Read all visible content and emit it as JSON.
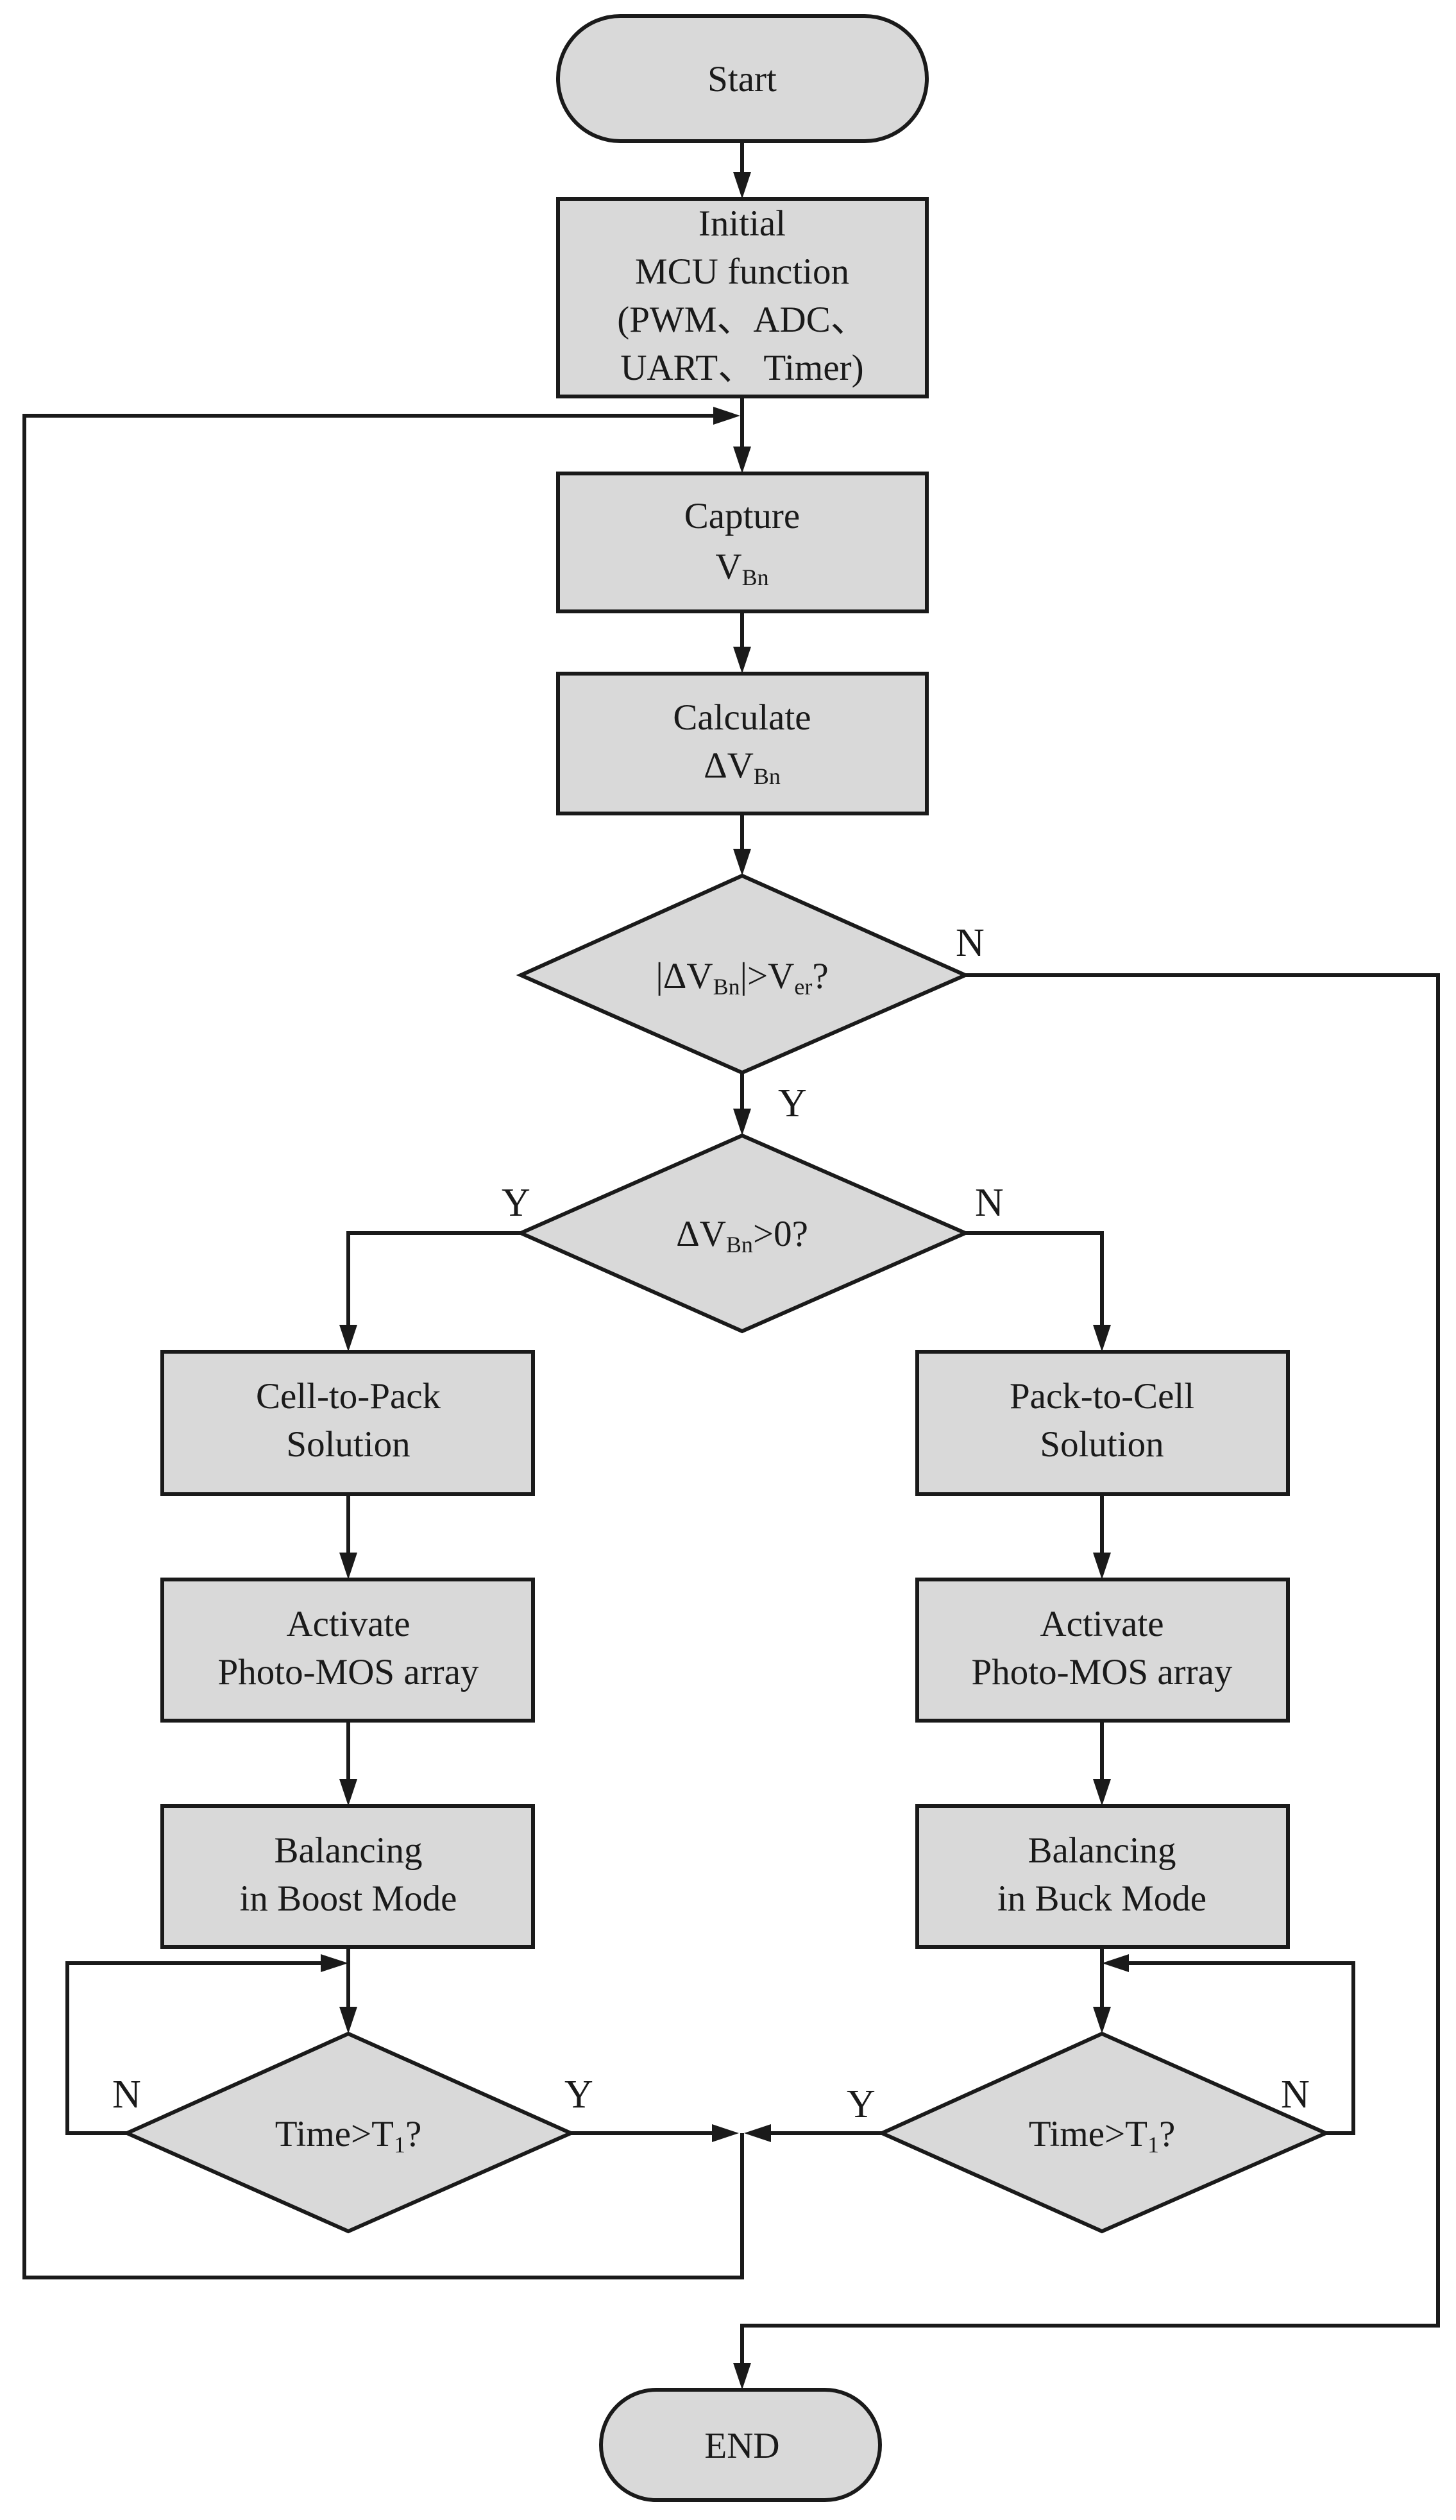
{
  "nodes": {
    "start": "Start",
    "init": [
      "Initial",
      "MCU function",
      "(PWM、ADC、",
      "UART、 Timer)"
    ],
    "capture": {
      "line1": "Capture",
      "v": "V",
      "v_sub": "Bn"
    },
    "calculate": {
      "line1": "Calculate",
      "v": "ΔV",
      "v_sub": "Bn"
    },
    "decision_error": {
      "p1": "|ΔV",
      "p1_sub": "Bn",
      "p2": "|>V",
      "p2_sub": "er",
      "p3": "?"
    },
    "decision_sign": {
      "p1": "ΔV",
      "p1_sub": "Bn",
      "p2": ">0?"
    },
    "cell_to_pack": [
      "Cell-to-Pack",
      "Solution"
    ],
    "pack_to_cell": [
      "Pack-to-Cell",
      "Solution"
    ],
    "activate_left": [
      "Activate",
      "Photo-MOS array"
    ],
    "activate_right": [
      "Activate",
      "Photo-MOS array"
    ],
    "balance_boost": [
      "Balancing",
      "in Boost Mode"
    ],
    "balance_buck": [
      "Balancing",
      "in Buck Mode"
    ],
    "time_left": {
      "p1": "Time>T",
      "p1_sub": "1",
      "p2": "?"
    },
    "time_right": {
      "p1": "Time>T",
      "p1_sub": "1",
      "p2": "?"
    },
    "end": "END"
  },
  "labels": {
    "err_no": "N",
    "err_yes": "Y",
    "sign_yes": "Y",
    "sign_no": "N",
    "time_left_no": "N",
    "time_left_yes": "Y",
    "time_right_yes": "Y",
    "time_right_no": "N"
  },
  "colors": {
    "fill": "#d9d9d9",
    "stroke": "#1a1a1a",
    "background": "#ffffff"
  }
}
